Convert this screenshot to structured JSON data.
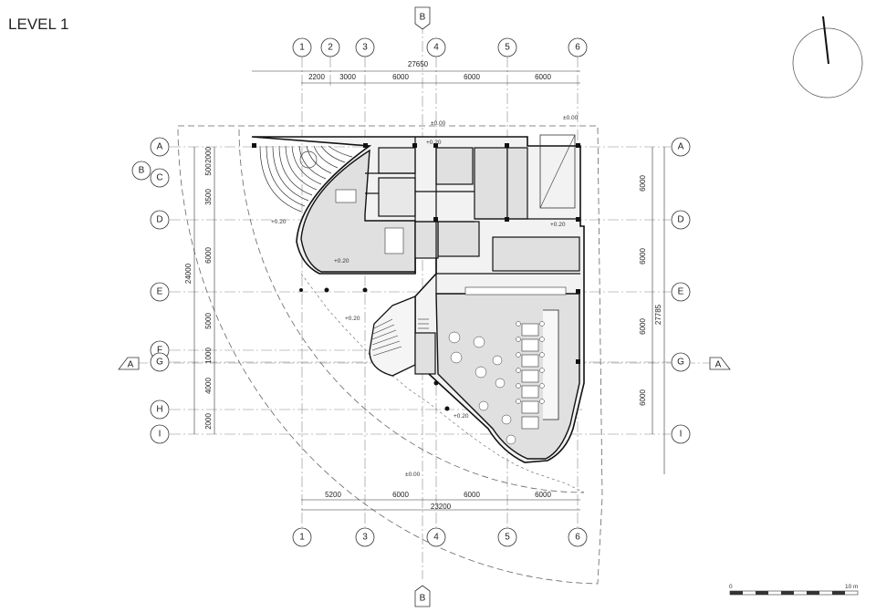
{
  "title": "LEVEL 1",
  "grid_columns_top": [
    "1",
    "2",
    "3",
    "4",
    "5",
    "6"
  ],
  "grid_columns_bottom": [
    "1",
    "3",
    "4",
    "5",
    "6"
  ],
  "grid_rows_left": [
    "A",
    "B",
    "C",
    "D",
    "E",
    "F",
    "G",
    "H",
    "I"
  ],
  "grid_rows_right": [
    "A",
    "D",
    "E",
    "G",
    "I"
  ],
  "section_marks": {
    "top": "B",
    "bottom": "B",
    "left": "A",
    "right": "A"
  },
  "dims_top": {
    "overall": "27650",
    "segments": [
      "2200",
      "3000",
      "6000",
      "6000",
      "6000"
    ]
  },
  "dims_bottom": {
    "overall": "23200",
    "segments": [
      "5200",
      "6000",
      "6000",
      "6000"
    ]
  },
  "dims_left": {
    "overall": "24000",
    "segments": [
      "2000",
      "500",
      "3500",
      "6000",
      "5000",
      "1000",
      "4000",
      "2000"
    ]
  },
  "dims_right": {
    "overall": "27785",
    "segments": [
      "6000",
      "6000",
      "6000",
      "6000"
    ]
  },
  "levels": [
    "±0.00",
    "±0.00",
    "+0.20",
    "+0.20",
    "+0.20",
    "+0.20",
    "+0.20",
    "+0.20",
    "±0.00"
  ],
  "scale_bar": {
    "start": "0",
    "end": "10 m"
  }
}
